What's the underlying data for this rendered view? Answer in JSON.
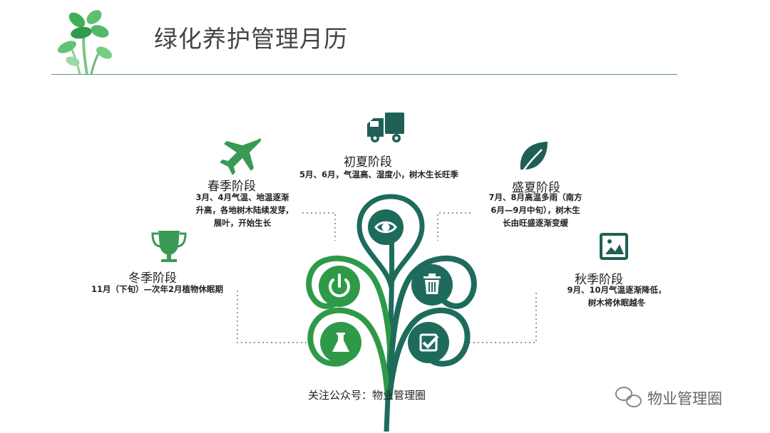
{
  "header": {
    "title": "绿化养护管理月历"
  },
  "stages": {
    "early_summer": {
      "title": "初夏阶段",
      "desc": "5月、6月，气温高、湿度小，树木生长旺季",
      "icon": "truck-icon"
    },
    "spring": {
      "title": "春季阶段",
      "desc_lines": [
        "3月、4月气温、地温逐渐",
        "升高，各地树木陆续发芽,",
        "展叶，开始生长"
      ],
      "icon": "airplane-icon"
    },
    "midsummer": {
      "title": "盛夏阶段",
      "desc_lines": [
        "7月、8月高温多雨（南方",
        "6月—9月中旬），树木生",
        "长由旺盛逐渐变缓"
      ],
      "icon": "leaf-icon"
    },
    "winter": {
      "title": "冬季阶段",
      "desc": "11月（下旬）—次年2月植物休眠期",
      "icon": "trophy-icon"
    },
    "autumn": {
      "title": "秋季阶段",
      "desc_lines": [
        "9月、10月气温逐渐降低，",
        "树木将休眠越冬"
      ],
      "icon": "picture-icon"
    }
  },
  "center_icons": [
    "eye-icon",
    "power-icon",
    "trash-icon",
    "flask-icon",
    "checkbox-icon"
  ],
  "footer": {
    "follow_text": "关注公众号：物业管理圈",
    "watermark": "物业管理圈"
  },
  "colors": {
    "dark_teal": "#1e6b5c",
    "green": "#2e9a48",
    "icon_green": "#3a9a55",
    "icon_teal": "#1f5f55",
    "dotted": "#9a9a9a"
  }
}
